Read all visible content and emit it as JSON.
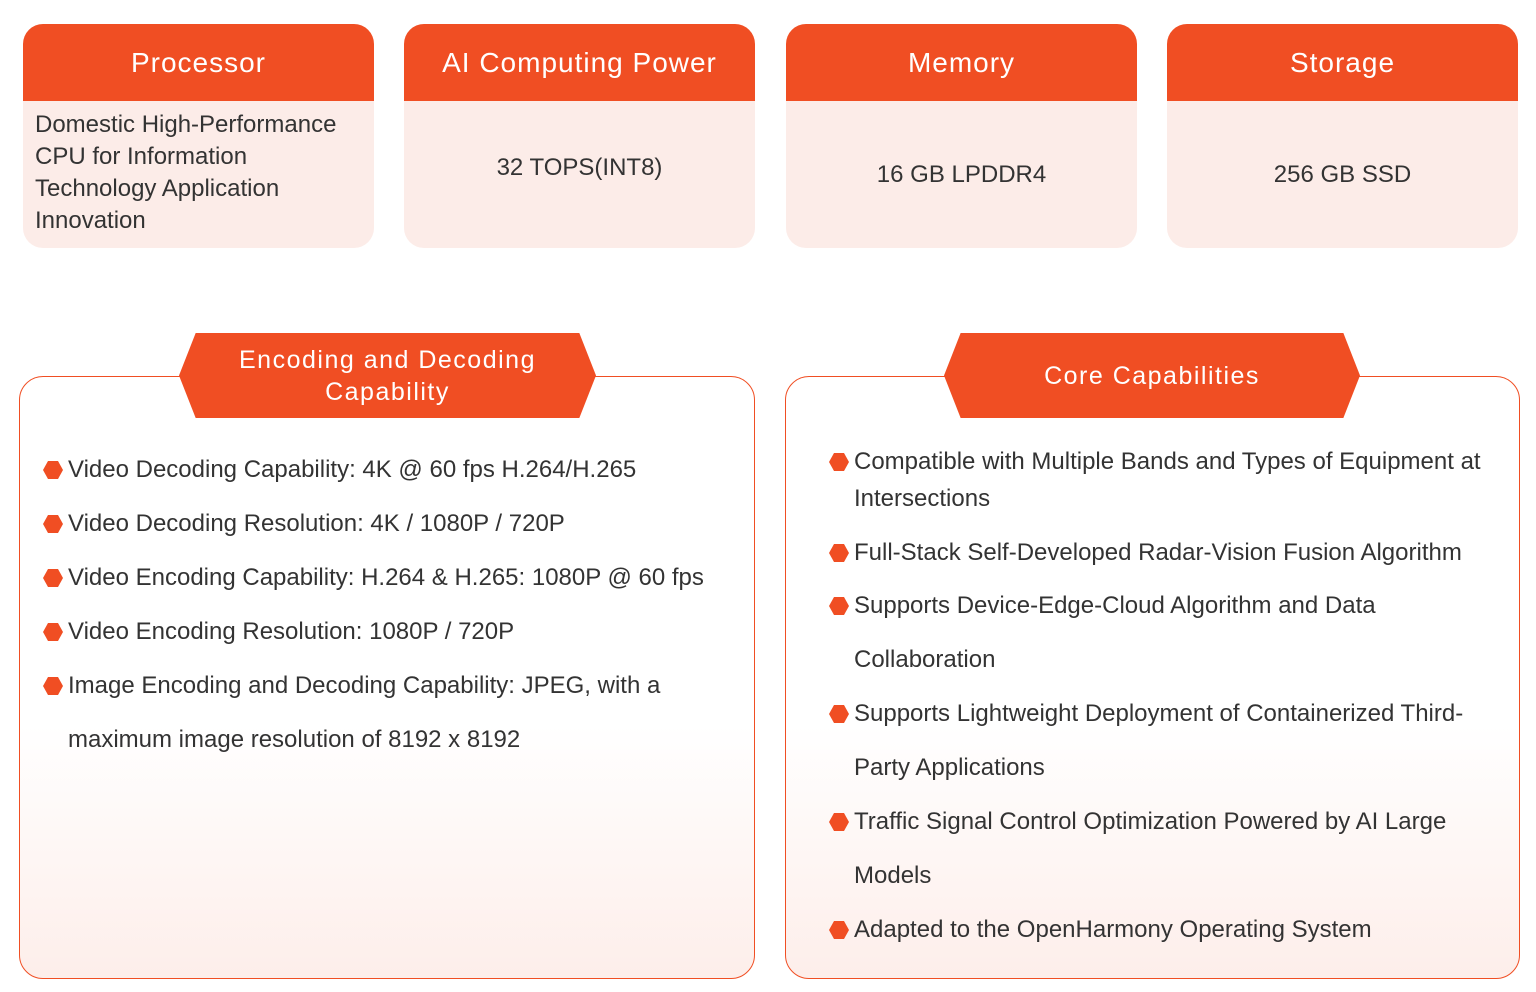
{
  "specs": [
    {
      "title": "Processor",
      "value": "Domestic High-Performance CPU for Information Technology Application Innovation"
    },
    {
      "title": "AI Computing Power",
      "value": "32 TOPS(INT8)"
    },
    {
      "title": "Memory",
      "value": "16 GB LPDDR4"
    },
    {
      "title": "Storage",
      "value": "256 GB SSD"
    }
  ],
  "encoding": {
    "title_line1": "Encoding and Decoding",
    "title_line2": "Capability",
    "items": [
      "Video Decoding Capability: 4K @ 60 fps H.264/H.265",
      "Video Decoding Resolution: 4K / 1080P / 720P",
      "Video Encoding Capability: H.264 & H.265: 1080P @ 60 fps",
      "Video Encoding Resolution: 1080P / 720P",
      "Image Encoding and Decoding Capability: JPEG, with a maximum image resolution of 8192 x 8192"
    ]
  },
  "core": {
    "title": "Core Capabilities",
    "items": [
      "Compatible with Multiple Bands and Types of Equipment at Intersections",
      "Full-Stack Self-Developed Radar-Vision Fusion Algorithm",
      "Supports Device-Edge-Cloud Algorithm and Data Collaboration",
      "Supports Lightweight Deployment of Containerized Third-Party Applications",
      "Traffic Signal Control Optimization Powered by AI Large Models",
      "Adapted to the OpenHarmony Operating System"
    ]
  },
  "colors": {
    "accent": "#f04e23",
    "card_bg": "#fcece8",
    "text": "#333333"
  }
}
